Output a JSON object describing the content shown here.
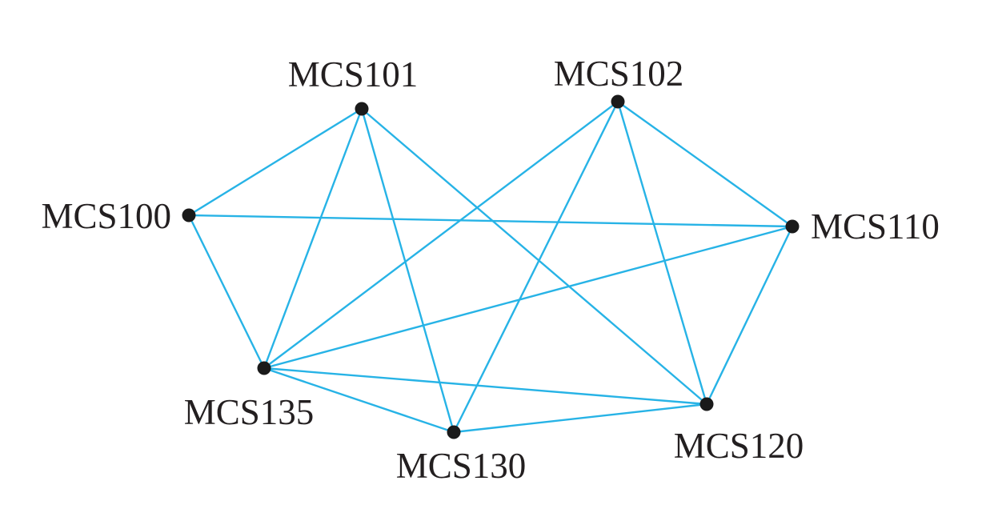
{
  "graph": {
    "edge_color": "#27b3e6",
    "node_color": "#1a1a1a",
    "label_color": "#231f20",
    "nodes": [
      {
        "id": "MCS101",
        "label": "MCS101"
      },
      {
        "id": "MCS102",
        "label": "MCS102"
      },
      {
        "id": "MCS100",
        "label": "MCS100"
      },
      {
        "id": "MCS110",
        "label": "MCS110"
      },
      {
        "id": "MCS135",
        "label": "MCS135"
      },
      {
        "id": "MCS130",
        "label": "MCS130"
      },
      {
        "id": "MCS120",
        "label": "MCS120"
      }
    ],
    "edges": [
      [
        "MCS100",
        "MCS101"
      ],
      [
        "MCS100",
        "MCS110"
      ],
      [
        "MCS100",
        "MCS135"
      ],
      [
        "MCS101",
        "MCS135"
      ],
      [
        "MCS101",
        "MCS130"
      ],
      [
        "MCS101",
        "MCS120"
      ],
      [
        "MCS102",
        "MCS135"
      ],
      [
        "MCS102",
        "MCS130"
      ],
      [
        "MCS102",
        "MCS120"
      ],
      [
        "MCS102",
        "MCS110"
      ],
      [
        "MCS110",
        "MCS135"
      ],
      [
        "MCS110",
        "MCS120"
      ],
      [
        "MCS135",
        "MCS130"
      ],
      [
        "MCS135",
        "MCS120"
      ],
      [
        "MCS130",
        "MCS120"
      ]
    ]
  }
}
